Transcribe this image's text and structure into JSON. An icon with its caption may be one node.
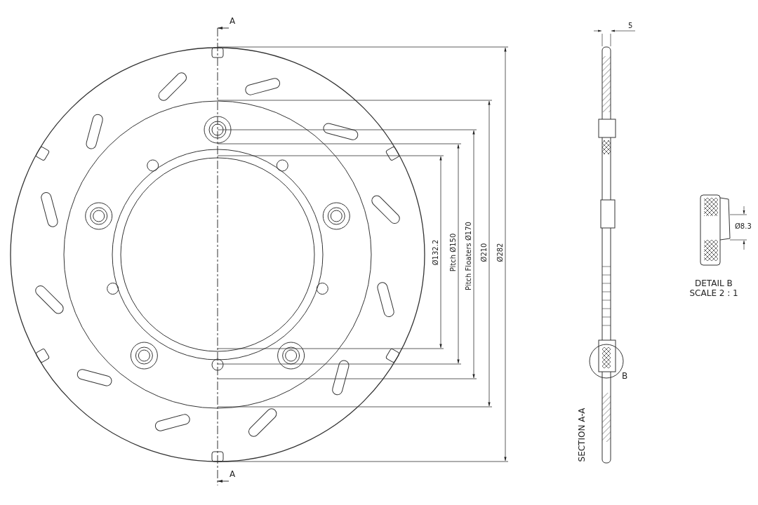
{
  "diagram": {
    "labels": [
      "A",
      "5",
      "Ø132.2",
      "Pitch Ø150",
      "Pitch Floaters Ø170",
      "Ø210",
      "Ø282",
      "Ø8.3",
      "DETAIL B",
      "SCALE 2 : 1",
      "B",
      "SECTION A-A",
      "A"
    ]
  }
}
